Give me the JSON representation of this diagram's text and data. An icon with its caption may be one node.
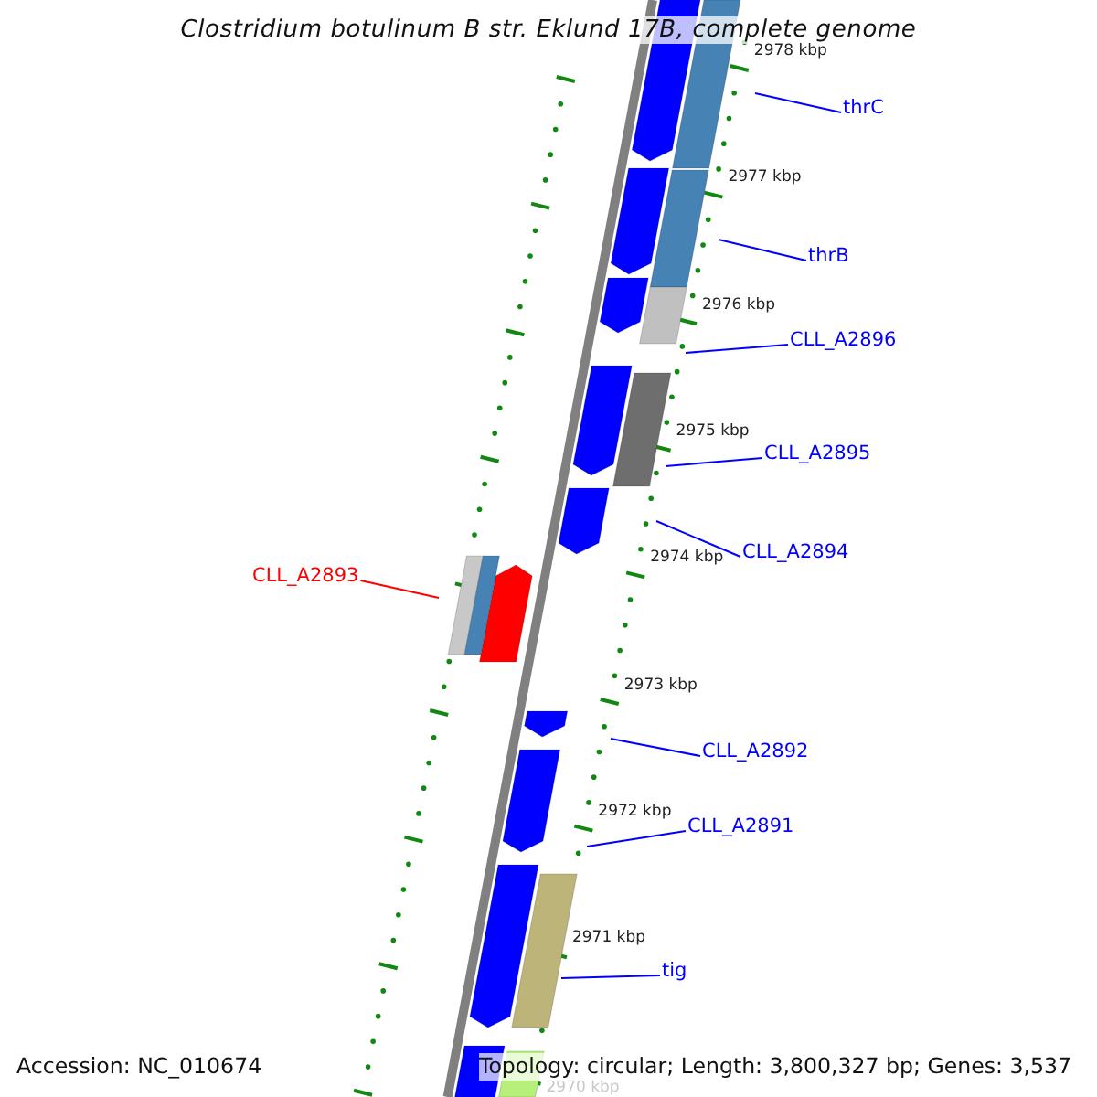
{
  "diagram": {
    "title": "Clostridium botulinum B str. Eklund 17B, complete genome",
    "nodes": [
      {
        "text": [
          "thrC"
        ]
      },
      {
        "text": [
          "thrB"
        ]
      },
      {
        "text": [
          "CLL_A2896"
        ]
      },
      {
        "text": [
          "CLL_A2895"
        ]
      },
      {
        "text": [
          "CLL_A2894"
        ]
      },
      {
        "text": [
          "CLL_A2893"
        ]
      },
      {
        "text": [
          "CLL_A2892"
        ]
      },
      {
        "text": [
          "CLL_A2891"
        ]
      },
      {
        "text": [
          "tig"
        ]
      }
    ],
    "edges": [
      {
        "from": 0,
        "to": null,
        "arrow": "none"
      },
      {
        "from": 1,
        "to": null,
        "arrow": "none"
      },
      {
        "from": 2,
        "to": null,
        "arrow": "none"
      },
      {
        "from": 3,
        "to": null,
        "arrow": "none"
      },
      {
        "from": 4,
        "to": null,
        "arrow": "none"
      },
      {
        "from": 5,
        "to": null,
        "arrow": "none",
        "color": "#ff0000"
      },
      {
        "from": 6,
        "to": null,
        "arrow": "none"
      },
      {
        "from": 7,
        "to": null,
        "arrow": "none"
      },
      {
        "from": 8,
        "to": null,
        "arrow": "none"
      }
    ],
    "labels": [
      "2978 kbp",
      "2977 kbp",
      "2976 kbp",
      "2975 kbp",
      "2974 kbp",
      "2973 kbp",
      "2972 kbp",
      "2971 kbp",
      "2970 kbp",
      "Accession: NC_010674",
      "Topology: circular; Length: 3,800,327 bp; Genes: 3,537"
    ]
  }
}
